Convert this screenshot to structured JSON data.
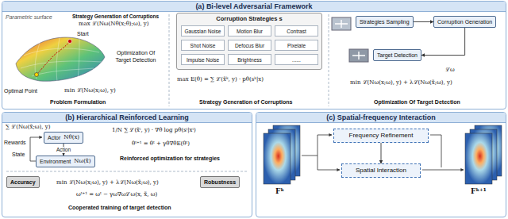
{
  "diagram": {
    "nodes": [
      {
        "text": [
          "(a) Bi-level Adversarial Framework"
        ]
      },
      {
        "text": [
          "Corruption Strategies s"
        ],
        "in": 0
      },
      {
        "text": [
          "Gaussian Noise"
        ],
        "in": 1
      },
      {
        "text": [
          "Motion Blur"
        ],
        "in": 1
      },
      {
        "text": [
          "Contrast"
        ],
        "in": 1
      },
      {
        "text": [
          "Shot Noise"
        ],
        "in": 1
      },
      {
        "text": [
          "Defocus Blur"
        ],
        "in": 1
      },
      {
        "text": [
          "Pixelate"
        ],
        "in": 1
      },
      {
        "text": [
          "Impulse Noise"
        ],
        "in": 1
      },
      {
        "text": [
          "Brightness"
        ],
        "in": 1
      },
      {
        "text": [
          "......"
        ],
        "in": 1
      },
      {
        "text": [
          "Strategies Sampling"
        ],
        "in": 0
      },
      {
        "text": [
          "Corruption Generation"
        ],
        "in": 0
      },
      {
        "text": [
          "Target Detection"
        ],
        "in": 0
      },
      {
        "text": [
          "(b) Hierarchical Reinforced Learning"
        ]
      },
      {
        "text": [
          "Actor",
          "Nθ(x)"
        ],
        "in": 14
      },
      {
        "text": [
          "Environment",
          "Nω(x̃)"
        ],
        "in": 14
      },
      {
        "text": [
          "Accuracy"
        ],
        "in": 14
      },
      {
        "text": [
          "Robustness"
        ],
        "in": 14
      },
      {
        "text": [
          "(c) Spatial-frequency Interaction"
        ]
      },
      {
        "text": [
          "Frequency Refinement"
        ],
        "in": 19
      },
      {
        "text": [
          "Spatial Interaction"
        ],
        "in": 19
      }
    ],
    "edges": [
      {
        "from": 11,
        "to": 12,
        "arrow": "to"
      },
      {
        "from": 12,
        "to": 13,
        "arrow": "to"
      },
      {
        "from": 15,
        "to": 16,
        "label": "Action",
        "arrow": "to"
      },
      {
        "from": 20,
        "to": 21,
        "arrow": "to"
      }
    ],
    "labels": [
      "Parametric surface",
      "Strategy Generation of Corruptions",
      "max ℒ(Nω(Nθ(x;θ);ω), y)",
      "Start",
      "Optimization Of Target Detection",
      "Optimal Point",
      "min ℒ(Nω(x;ω), y)",
      "Problem Formulation",
      "max E(θ) = ∑ ℒ(x̃ᵏ, y) · pθ(sᵏ|x)",
      "Strategy Generation of Corruptions",
      "ℒω",
      "min ℒ(Nω(x;ω), y) + λℒ(Nω(x̃;ω), y)",
      "Optimization Of Target Detection",
      "∑ ℒ(Nω(x̃;ω), y)",
      "Rewards",
      "State",
      "1/N ∑ ℒ(x̃ⁱ, y) · ∇θ log pθ(sⁱ|xⁱ)",
      "θᵗ⁺¹ = θᵗ + γθ∇θE(θᵗ)",
      "Reinforced optimization for strategies",
      "min ℒ(Nω(x;ω), y) + λℒ(Nω(x̃;ω), y)",
      "ωᵗ⁺¹ = ωᵗ − γω∇ωℒω(x, x̃, ω)",
      "Cooperated training of target detection",
      "Fᵏ",
      "Fᵏ⁺¹"
    ]
  }
}
